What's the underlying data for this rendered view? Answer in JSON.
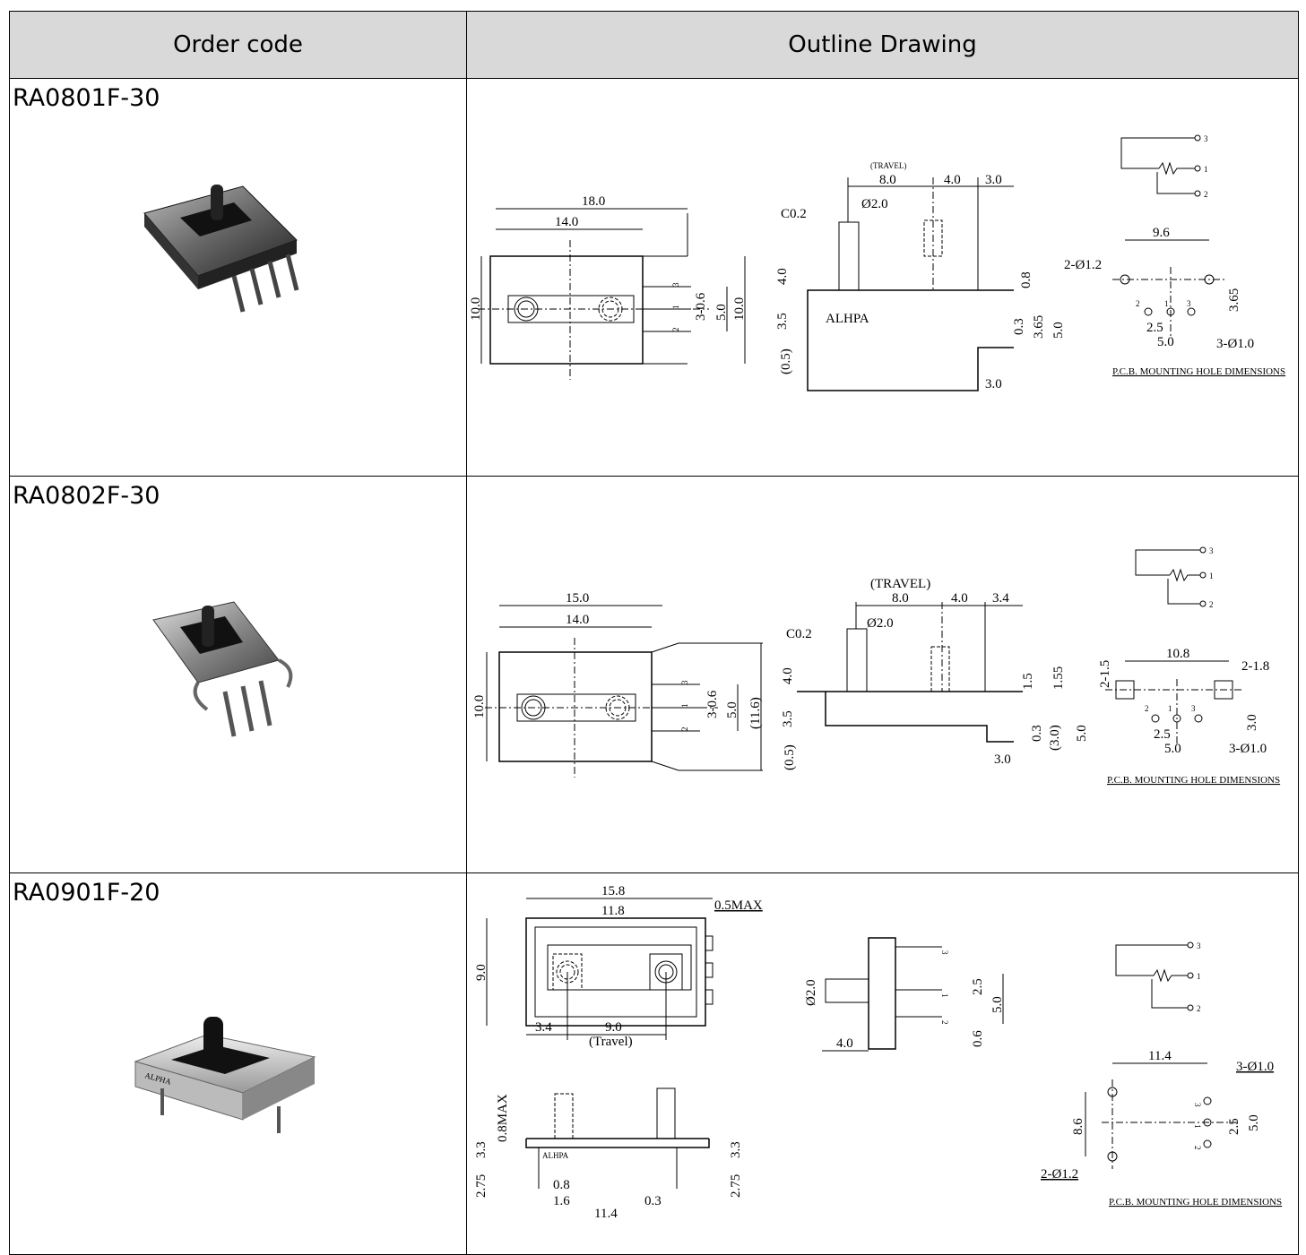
{
  "table": {
    "headers": {
      "order_code": "Order code",
      "outline": "Outline Drawing"
    },
    "rows": [
      {
        "code": "RA0801F-30",
        "dims": {
          "top_18": "18.0",
          "top_14": "14.0",
          "h_10": "10.0",
          "h_10r": "10.0",
          "pin_3": "3",
          "pin_1": "1",
          "pin_2": "2",
          "d_3_06": "3-0.6",
          "d_5": "5.0",
          "travel": "(TRAVEL)",
          "t_8": "8.0",
          "t_4": "4.0",
          "t_3": "3.0",
          "c02": "C0.2",
          "phi2": "Ø2.0",
          "s_4": "4.0",
          "s_35": "3.5",
          "s_05": "(0.5)",
          "brand": "ALHPA",
          "s_08": "0.8",
          "s_03": "0.3",
          "s_365": "3.65",
          "s_5": "5.0",
          "s_3b": "3.0",
          "p_96": "9.6",
          "p_2phi": "2-Ø1.2",
          "p_25": "2.5",
          "p_5": "5.0",
          "p_365": "3.65",
          "p_3phi": "3-Ø1.0",
          "p_pins": [
            "2",
            "1",
            "3"
          ],
          "sch": [
            "3",
            "1",
            "2"
          ],
          "caption": "P.C.B. MOUNTING HOLE DIMENSIONS"
        }
      },
      {
        "code": "RA0802F-30",
        "dims": {
          "top_15": "15.0",
          "top_14": "14.0",
          "h_10": "10.0",
          "h_116": "(11.6)",
          "pin_3": "3",
          "pin_1": "1",
          "pin_2": "2",
          "d_3_06": "3-0.6",
          "d_5": "5.0",
          "travel": "(TRAVEL)",
          "t_8": "8.0",
          "t_4": "4.0",
          "t_34": "3.4",
          "c02": "C0.2",
          "phi2": "Ø2.0",
          "s_4": "4.0",
          "s_35": "3.5",
          "s_05": "(0.5)",
          "s_15": "1.5",
          "s_155": "1.55",
          "s_03": "0.3",
          "s_30p": "(3.0)",
          "s_5": "5.0",
          "s_3b": "3.0",
          "p_21_5": "2-1.5",
          "p_108": "10.8",
          "p_21_8": "2-1.8",
          "p_25": "2.5",
          "p_5": "5.0",
          "p_3": "3.0",
          "p_3phi": "3-Ø1.0",
          "p_pins": [
            "2",
            "1",
            "3"
          ],
          "sch": [
            "3",
            "1",
            "2"
          ],
          "caption": "P.C.B. MOUNTING HOLE DIMENSIONS"
        }
      },
      {
        "code": "RA0901F-20",
        "dims": {
          "top_158": "15.8",
          "top_118": "11.8",
          "max05": "0.5MAX",
          "h_9": "9.0",
          "b_34": "3.4",
          "b_9": "9.0",
          "b_travel": "(Travel)",
          "e_phi2": "Ø2.0",
          "e_4": "4.0",
          "e_25": "2.5",
          "e_5": "5.0",
          "e_06": "0.6",
          "e_pins": [
            "3",
            "1",
            "2"
          ],
          "s_33": "3.3",
          "s_08max": "0.8MAX",
          "s_275": "2.75",
          "s_08": "0.8",
          "s_16": "1.6",
          "s_114": "11.4",
          "s_03": "0.3",
          "s_33r": "3.3",
          "s_275r": "2.75",
          "brand": "ALHPA",
          "p_114": "11.4",
          "p_3phi": "3-Ø1.0",
          "p_86": "8.6",
          "p_25": "2.5",
          "p_5": "5.0",
          "p_2phi": "2-Ø1.2",
          "p_pins": [
            "3",
            "1",
            "2"
          ],
          "sch": [
            "3",
            "1",
            "2"
          ],
          "caption": "P.C.B. MOUNTING HOLE DIMENSIONS"
        }
      }
    ]
  },
  "photo_brand": "ALPHA"
}
